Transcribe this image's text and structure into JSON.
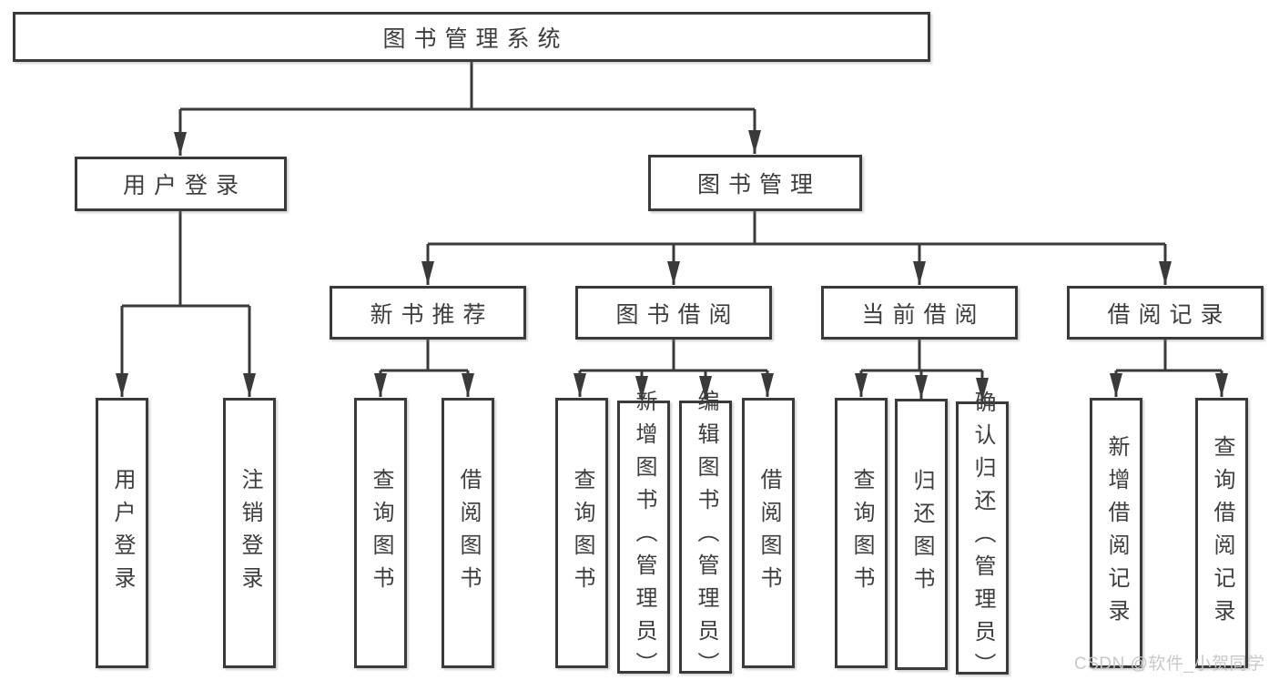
{
  "diagram": {
    "root": "图书管理系统",
    "level2": [
      "用户登录",
      "图书管理"
    ],
    "level3": [
      "新书推荐",
      "图书借阅",
      "当前借阅",
      "借阅记录"
    ],
    "leaves_user_login": [
      "用户登录",
      "注销登录"
    ],
    "leaves_new_book": [
      "查询图书",
      "借阅图书"
    ],
    "leaves_book_borrow": [
      "查询图书",
      "新增图书（管理员）",
      "编辑图书（管理员）",
      "借阅图书"
    ],
    "leaves_current_borrow": [
      "查询图书",
      "归还图书",
      "确认归还（管理员）"
    ],
    "leaves_borrow_record": [
      "新增借阅记录",
      "查询借阅记录"
    ]
  },
  "watermark": {
    "text": "CSDN @软件_小贺同学"
  },
  "colors": {
    "line": "#3a3a3a",
    "text": "#3d3d3f",
    "watermark": "#c6c6c6",
    "background": "#ffffff"
  }
}
